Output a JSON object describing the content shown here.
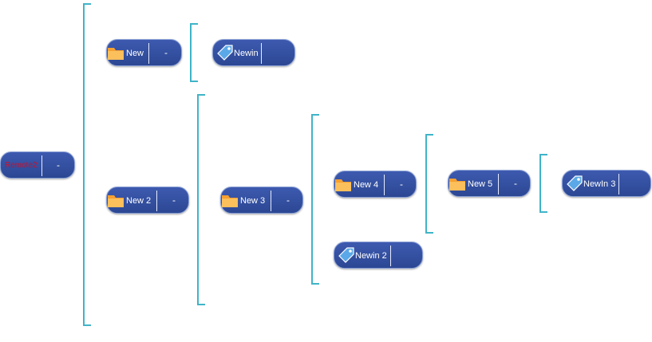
{
  "tree": {
    "root": {
      "label": "Remote2",
      "toggle": "-"
    },
    "new": {
      "label": "New",
      "toggle": "-"
    },
    "newin": {
      "label": "Newin"
    },
    "new2": {
      "label": "New 2",
      "toggle": "-"
    },
    "new3": {
      "label": "New 3",
      "toggle": "-"
    },
    "new4": {
      "label": "New 4",
      "toggle": "-"
    },
    "newin2": {
      "label": "Newin 2"
    },
    "new5": {
      "label": "New 5",
      "toggle": "-"
    },
    "newin3": {
      "label": "NewIn 3"
    }
  },
  "colors": {
    "node_bg": "#2f4b9a",
    "connector": "#3fb4c8",
    "root_text": "#c8102e",
    "folder": "#f6a030",
    "tag": "#5aa8e8"
  },
  "icons": {
    "folder": "folder-icon",
    "tag": "tag-icon"
  }
}
